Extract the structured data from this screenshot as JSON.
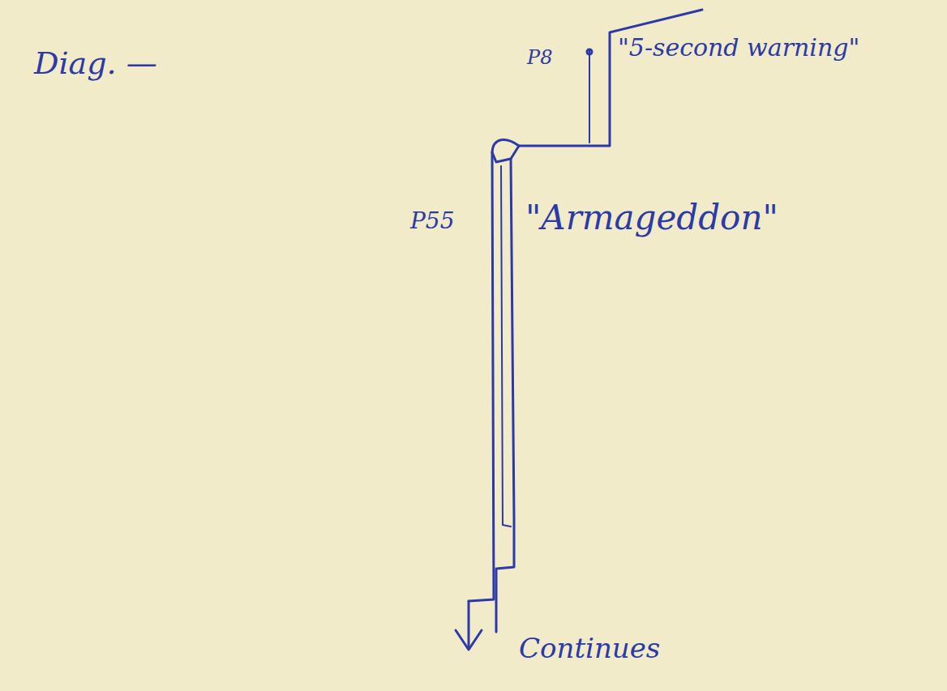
{
  "diagram": {
    "labels": [
      "Diag. —",
      "P8",
      "\"5-second warning\"",
      "P55",
      "\"Armageddon\"",
      "Continues"
    ]
  }
}
